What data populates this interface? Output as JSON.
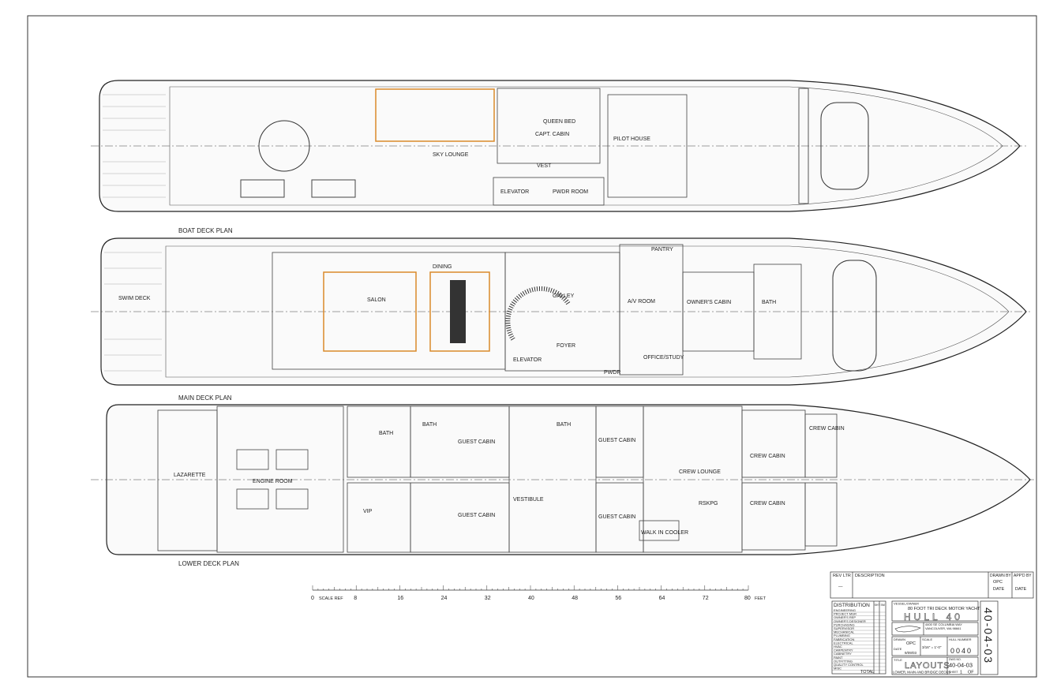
{
  "plans": {
    "boat_deck": {
      "title": "BOAT DECK PLAN",
      "rooms": [
        "SKY LOUNGE",
        "CAPT. CABIN",
        "PILOT HOUSE",
        "ELEVATOR",
        "PWDR ROOM",
        "VEST",
        "QUEEN BED"
      ]
    },
    "main_deck": {
      "title": "MAIN DECK PLAN",
      "rooms": [
        "SALON",
        "DINING",
        "GALLEY",
        "FOYER",
        "ELEVATOR",
        "PANTRY",
        "A/V ROOM",
        "OWNER'S CABIN",
        "BATH",
        "OFFICE/STUDY",
        "PWDR",
        "SWIM DECK"
      ]
    },
    "lower_deck": {
      "title": "LOWER DECK PLAN",
      "rooms": [
        "LAZARETTE",
        "ENGINE ROOM",
        "BATH",
        "VIP",
        "BATH",
        "GUEST CABIN",
        "GUEST CABIN",
        "VESTIBULE",
        "GUEST CABIN",
        "GUEST CABIN",
        "BATH",
        "CREW LOUNGE",
        "WALK IN COOLER",
        "CREW CABIN",
        "CREW CABIN",
        "CREW CABIN",
        "RSKPG"
      ]
    }
  },
  "scale": {
    "start_label": "0",
    "ref_label": "SCALE REF",
    "ticks": [
      "8",
      "16",
      "24",
      "32",
      "40",
      "48",
      "56",
      "64",
      "72"
    ],
    "end_label": "80",
    "unit": "FEET"
  },
  "title_block": {
    "rev_header": "REV LTR",
    "desc_header": "DESCRIPTION",
    "rev_value": "—",
    "drawn_by_header": "DRAWN BY",
    "drawn_by": "OPC",
    "appd_by_header": "APP'D BY",
    "date_label": "DATE",
    "distribution_title": "DISTRIBUTION",
    "dist_cols": [
      "SHT",
      "SM"
    ],
    "distribution": [
      "ENGINEERING",
      "PROJECT MGR",
      "OWNER'S REP",
      "OWNER'S DESIGNER",
      "PURCHASING",
      "SUPERVISOR",
      "MECHANICAL",
      "PLUMBING",
      "FABRICATION",
      "ELECTRICAL",
      "HVAC",
      "CARPENTRY",
      "CABINETRY",
      "PAINT",
      "OUTFITTING",
      "QUALITY CONTROL",
      "MISC"
    ],
    "total_label": "TOTAL",
    "vessel_header": "VESSEL/OWNER",
    "vessel": "80 FOOT TRI DECK MOTOR YACHT",
    "hull": "HULL 40",
    "address": "4400 SE COLUMBIA WAY VANCOUVER, WA 98661",
    "drawn_label": "DRAWN",
    "drawn": "OPC",
    "date": "9/09/03",
    "scale_label": "SCALE",
    "scale_value": "3/16\" = 1'-0\"",
    "hull_number_label": "HULL NUMBER",
    "hull_number": "0040",
    "title_label": "TITLE",
    "title": "LAYOUTS",
    "subtitle": "LOWER, MAIN AND BRIDGE DECKS",
    "dwg_label": "DWG NO.",
    "dwg_no": "40-04-03",
    "sheet_label": "SHEET",
    "sheet": "1",
    "of_label": "OF",
    "side_number": "40-04-03"
  }
}
